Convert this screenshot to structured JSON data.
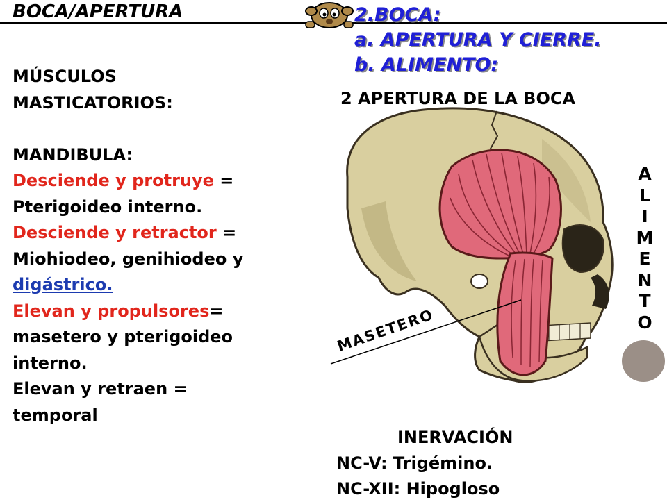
{
  "header": {
    "title": "BOCA/APERTURA",
    "items": [
      "2.BOCA:",
      "a. APERTURA Y CIERRE.",
      "b. ALIMENTO:"
    ]
  },
  "left": {
    "lines": [
      {
        "parts": [
          {
            "text": "MÚSCULOS",
            "style": "black"
          }
        ]
      },
      {
        "parts": [
          {
            "text": "MASTICATORIOS:",
            "style": "black"
          }
        ]
      },
      {
        "parts": [
          {
            "text": "",
            "style": "black"
          }
        ]
      },
      {
        "parts": [
          {
            "text": "MANDIBULA:",
            "style": "black"
          }
        ]
      },
      {
        "parts": [
          {
            "text": "Desciende y protruye",
            "style": "red"
          },
          {
            "text": " =",
            "style": "black"
          }
        ]
      },
      {
        "parts": [
          {
            "text": "Pterigoideo interno.",
            "style": "black"
          }
        ]
      },
      {
        "parts": [
          {
            "text": "Desciende y retractor",
            "style": "red"
          },
          {
            "text": " =",
            "style": "black"
          }
        ]
      },
      {
        "parts": [
          {
            "text": "Miohiodeo, genihiodeo y",
            "style": "black"
          }
        ]
      },
      {
        "parts": [
          {
            "text": "digástrico.",
            "style": "blue"
          }
        ]
      },
      {
        "parts": [
          {
            "text": "Elevan y propulsores",
            "style": "red"
          },
          {
            "text": "=",
            "style": "black"
          }
        ]
      },
      {
        "parts": [
          {
            "text": "masetero y pterigoideo",
            "style": "black"
          }
        ]
      },
      {
        "parts": [
          {
            "text": "interno.",
            "style": "black"
          }
        ]
      },
      {
        "parts": [
          {
            "text": "Elevan y retraen =",
            "style": "black"
          }
        ]
      },
      {
        "parts": [
          {
            "text": "temporal",
            "style": "black"
          }
        ]
      }
    ]
  },
  "figure": {
    "subtitle": "2 APERTURA DE LA BOCA",
    "vertical_letters": [
      "A",
      "L",
      "I",
      "M",
      "E",
      "N",
      "T",
      "O"
    ],
    "masetero_label": "MASETERO"
  },
  "innervation": {
    "title": "INERVACIÓN",
    "lines": [
      "NC-V: Trigémino.",
      "NC-XII: Hipogloso"
    ]
  },
  "colors": {
    "text_red": "#e1261c",
    "text_blue": "#1f1fd6",
    "bone": "#d9cf9f",
    "muscle": "#e0697a"
  },
  "icons": [
    "cartoon-peeking-head-icon",
    "skull-illustration"
  ]
}
